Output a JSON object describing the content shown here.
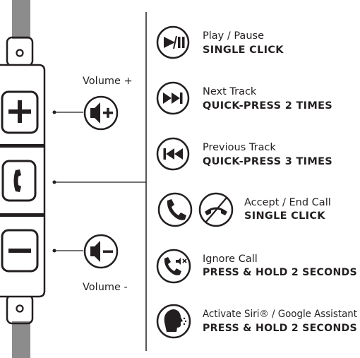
{
  "remote": {
    "volume_up_label": "Volume +",
    "volume_down_label": "Volume -"
  },
  "functions": [
    {
      "title": "Play / Pause",
      "action": "SINGLE CLICK",
      "icon": "play-pause-icon"
    },
    {
      "title": "Next Track",
      "action": "QUICK-PRESS 2 TIMES",
      "icon": "next-track-icon"
    },
    {
      "title": "Previous Track",
      "action": "QUICK-PRESS 3 TIMES",
      "icon": "previous-track-icon"
    },
    {
      "title": "Accept / End Call",
      "action": "SINGLE CLICK",
      "icon": "phone-accept-end-icon"
    },
    {
      "title": "Ignore Call",
      "action": "PRESS & HOLD 2 SECONDS",
      "icon": "ignore-call-icon"
    },
    {
      "title": "Activate Siri® / Google Assistant",
      "action": "PRESS & HOLD 2 SECONDS",
      "icon": "voice-assistant-icon"
    }
  ],
  "colors": {
    "ink": "#231f20",
    "cable": "#8c8c8c",
    "background": "#ffffff"
  }
}
